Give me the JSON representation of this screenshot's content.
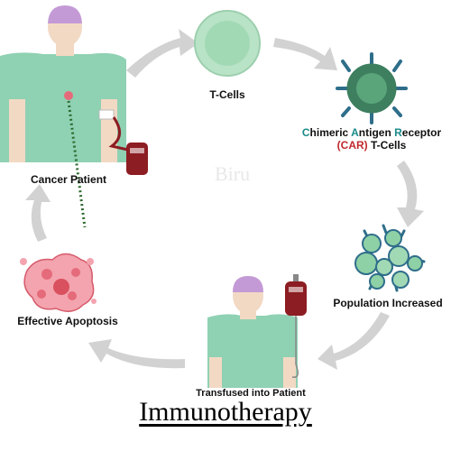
{
  "labels": {
    "t_cells": "T-Cells",
    "car_line1_parts": [
      "C",
      "himeric ",
      "A",
      "ntigen ",
      "R",
      "eceptor"
    ],
    "car_line2_prefix": "(CAR)",
    "car_line2_suffix": " T-Cells",
    "population": "Population Increased",
    "transfused": "Transfused into Patient",
    "apoptosis": "Effective Apoptosis",
    "cancer_patient": "Cancer Patient"
  },
  "title": "Immunotherapy",
  "watermark": "Biru",
  "colors": {
    "arrow": "#d2d2d2",
    "cell_outer": "#b9e3c6",
    "cell_inner": "#8fd1a6",
    "car_cell": "#5aa57a",
    "receptor": "#2e6e8a",
    "shirt": "#8fd1b3",
    "cap": "#c49ad6",
    "blood": "#8c1d22",
    "apoptosis": "#e56b7a",
    "teal_letter": "#1a8a8a",
    "red_text": "#c0282d"
  }
}
